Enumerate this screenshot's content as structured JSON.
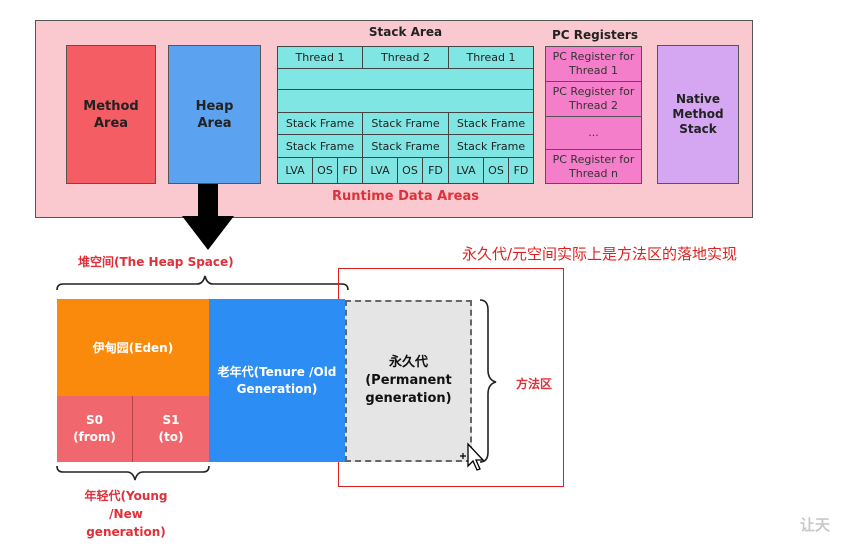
{
  "runtime": {
    "method_area": "Method\nArea",
    "heap_area": "Heap\nArea",
    "stack_area_title": "Stack Area",
    "threads": [
      "Thread 1",
      "Thread 2",
      "Thread 1"
    ],
    "stack_frame": "Stack Frame",
    "lva": "LVA",
    "os": "OS",
    "fd": "FD",
    "pc_title": "PC Registers",
    "pc_items": [
      "PC Register for Thread 1",
      "PC Register for Thread 2",
      "...",
      "PC Register for Thread n"
    ],
    "native": "Native\nMethod\nStack",
    "label": "Runtime Data Areas"
  },
  "heap": {
    "label": "堆空间(The Heap Space)",
    "eden": "伊甸园(Eden)",
    "s0": "S0\n(from)",
    "s1": "S1\n(to)",
    "old": "老年代(Tenure /Old\nGeneration)",
    "perm": "永久代\n(Permanent\ngeneration)",
    "method_area_label": "方法区",
    "young": "年轻代(Young\n/New\ngeneration)"
  },
  "note": "永久代/元空间实际上是方法区的落地实现",
  "watermark": "让天",
  "colors": {
    "runtime_bg": "#f9c9cf",
    "method_area": "#f45d63",
    "heap_area": "#5ba3f0",
    "stack_cell": "#7fe6e3",
    "pc": "#f47ec9",
    "native": "#d5a6f2",
    "eden": "#fa8a0b",
    "survivor": "#f0676d",
    "old": "#2c8ef5",
    "perm": "#e5e5e5",
    "accent_red": "#e0303a"
  }
}
